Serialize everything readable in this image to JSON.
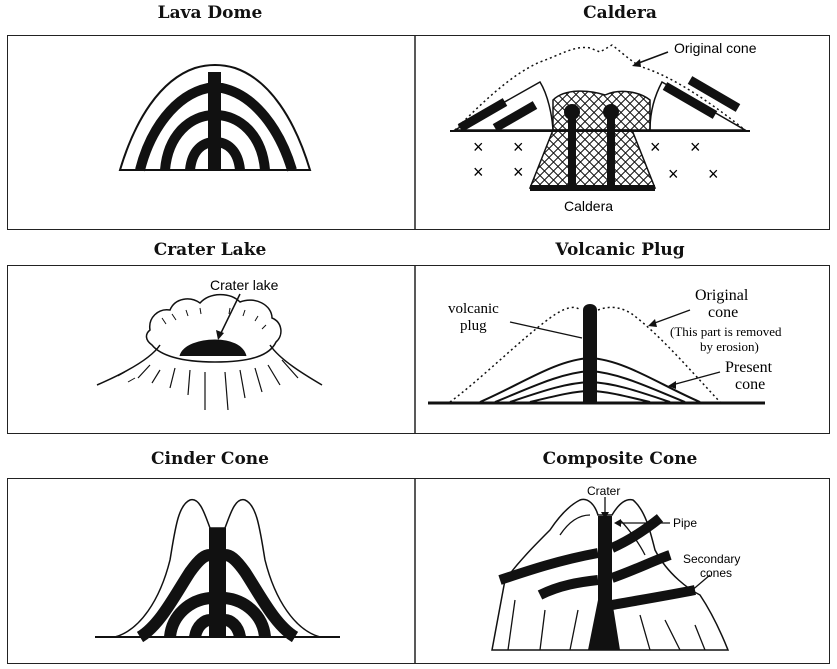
{
  "titles": {
    "lava_dome": "Lava Dome",
    "caldera": "Caldera",
    "crater_lake": "Crater Lake",
    "volcanic_plug": "Volcanic Plug",
    "cinder_cone": "Cinder Cone",
    "composite_cone": "Composite Cone"
  },
  "labels": {
    "caldera_original_cone": "Original cone",
    "caldera_caldera": "Caldera",
    "crater_lake_crater_lake": "Crater lake",
    "plug_volcanic": "volcanic",
    "plug_plug": "plug",
    "plug_original": "Original",
    "plug_cone": "cone",
    "plug_removed_1": "(This part is removed",
    "plug_removed_2": "by erosion)",
    "plug_present": "Present",
    "plug_present_cone": "cone",
    "composite_crater": "Crater",
    "composite_pipe": "Pipe",
    "composite_secondary": "Secondary",
    "composite_cones": "cones"
  },
  "markers": {
    "rock_symbol": "×"
  }
}
